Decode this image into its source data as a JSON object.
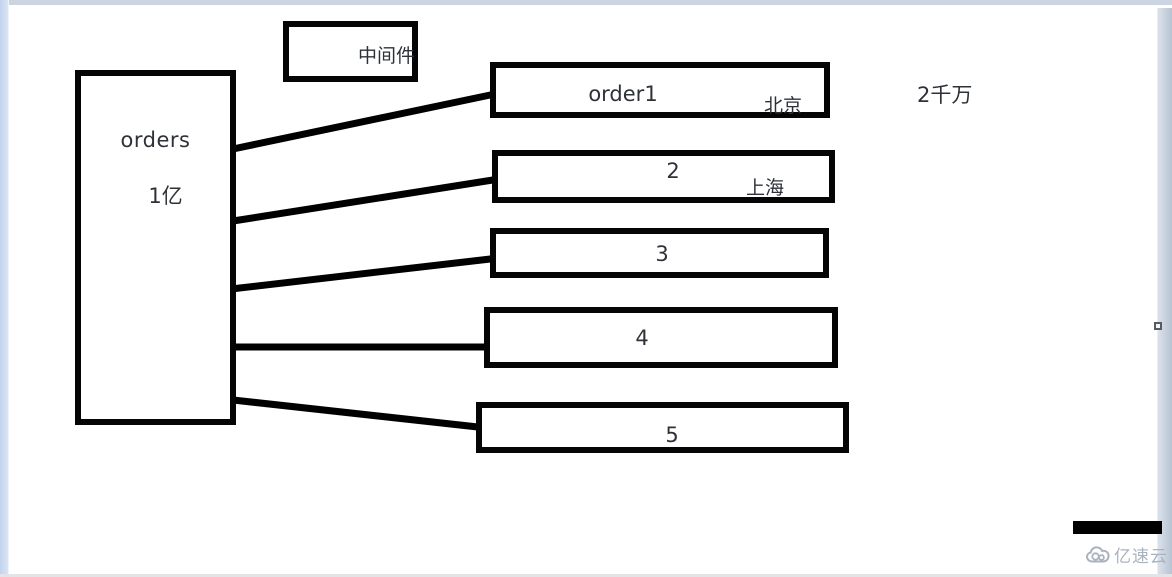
{
  "diagram": {
    "source": {
      "label": "orders",
      "count": "1亿"
    },
    "middleware": {
      "label": "中间件"
    },
    "shards": [
      {
        "label": "order1",
        "region": "北京"
      },
      {
        "label": "2",
        "region": "上海"
      },
      {
        "label": "3",
        "region": ""
      },
      {
        "label": "4",
        "region": ""
      },
      {
        "label": "5",
        "region": ""
      }
    ],
    "annotation": "2千万",
    "line_color": "#000000",
    "box_border_color": "#050505",
    "text_color": "#2e3238"
  },
  "watermark": {
    "label": "亿速云",
    "icon": "cloud-icon",
    "color": "#a9b3bf"
  },
  "chrome": {
    "left_edge_color": "#c3d3ee",
    "top_edge_color": "#ccd3e1",
    "scrollbar_color": "#c5cfdc",
    "black_bar_color": "#000000"
  }
}
